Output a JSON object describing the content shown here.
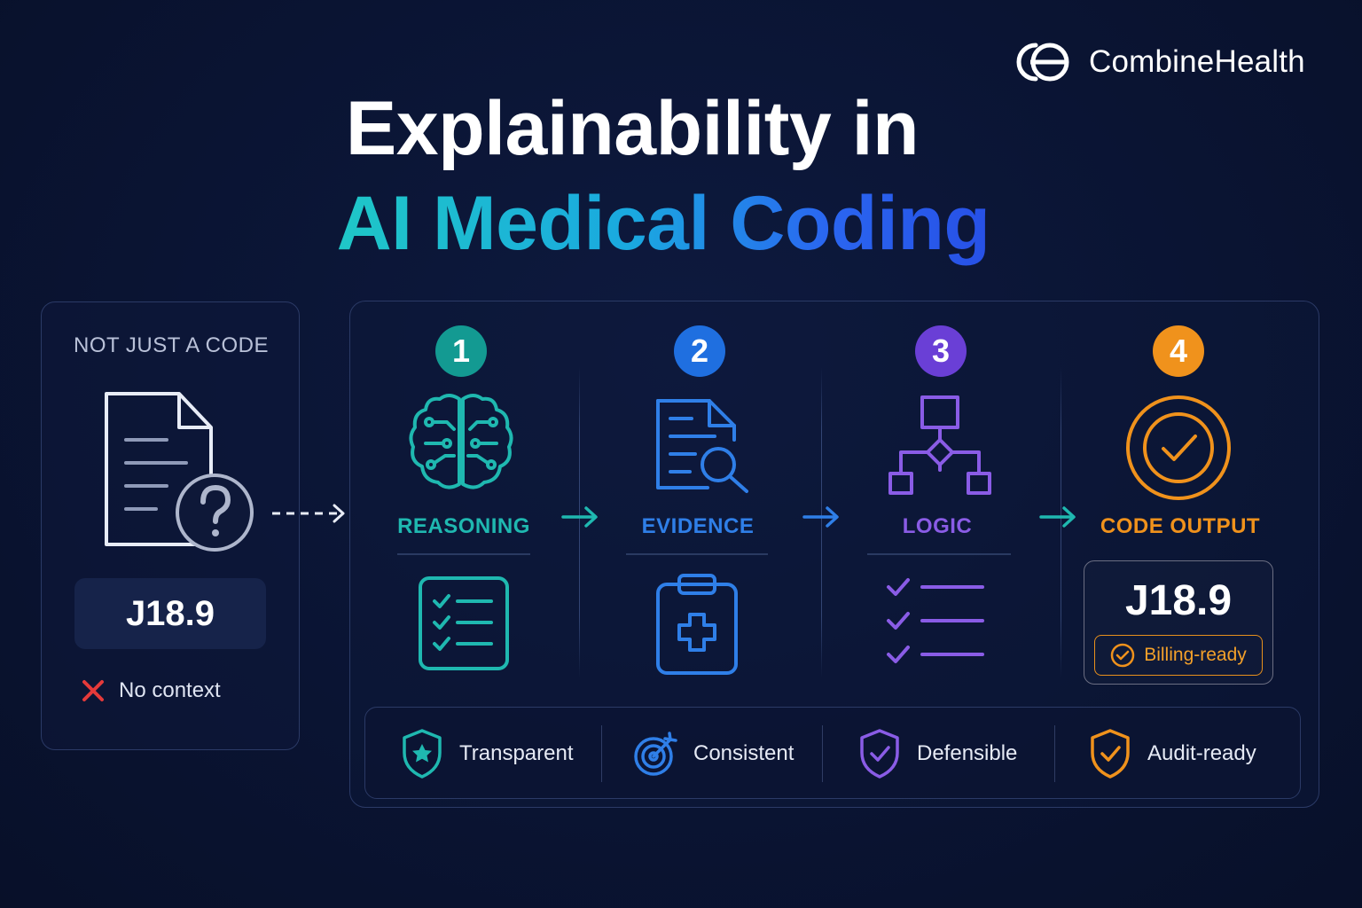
{
  "brand": {
    "name": "CombineHealth"
  },
  "title": {
    "line1": "Explainability in",
    "line2": "AI Medical Coding"
  },
  "left_panel": {
    "heading": "NOT JUST A CODE",
    "code": "J18.9",
    "note": "No context",
    "icon": "document-question-icon"
  },
  "steps": [
    {
      "number": "1",
      "label": "REASONING",
      "color": "#1fb8b0",
      "icon": "brain-circuit-icon",
      "sub_icon": "checklist-icon"
    },
    {
      "number": "2",
      "label": "EVIDENCE",
      "color": "#2f7fe8",
      "icon": "document-search-icon",
      "sub_icon": "medical-clipboard-icon"
    },
    {
      "number": "3",
      "label": "LOGIC",
      "color": "#8a5ce6",
      "icon": "flowchart-icon",
      "sub_icon": "check-list-icon"
    },
    {
      "number": "4",
      "label": "CODE OUTPUT",
      "color": "#f0921c",
      "icon": "check-circle-icon"
    }
  ],
  "output": {
    "code": "J18.9",
    "status": "Billing-ready"
  },
  "features": [
    {
      "label": "Transparent",
      "icon": "shield-star-icon",
      "color": "#1fb8b0"
    },
    {
      "label": "Consistent",
      "icon": "target-icon",
      "color": "#2f7fe8"
    },
    {
      "label": "Defensible",
      "icon": "shield-check-icon",
      "color": "#8a5ce6"
    },
    {
      "label": "Audit-ready",
      "icon": "shield-check-icon",
      "color": "#f0921c"
    }
  ]
}
